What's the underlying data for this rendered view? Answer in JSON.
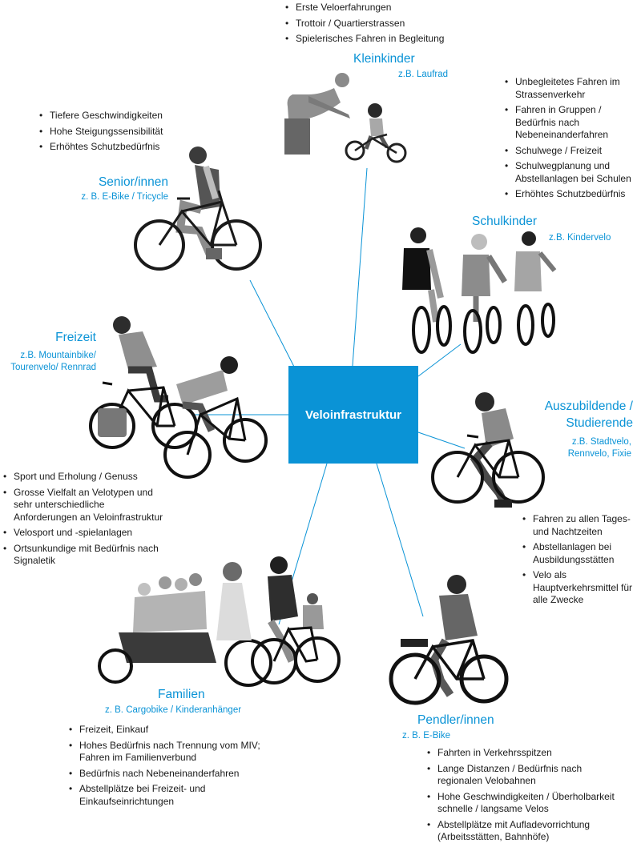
{
  "center": {
    "label": "Veloinfrastruktur",
    "color": "#0a93d6"
  },
  "groups": {
    "kleinkinder": {
      "title": "Kleinkinder",
      "example": "z.B. Laufrad",
      "bullets": [
        "Erste Veloerfahrungen",
        "Trottoir / Quartierstrassen",
        "Spielerisches Fahren in Begleitung"
      ]
    },
    "senioren": {
      "title": "Senior/innen",
      "example": "z. B. E-Bike / Tricycle",
      "bullets": [
        "Tiefere Geschwindigkeiten",
        "Hohe Steigungssensibilität",
        "Erhöhtes Schutzbedürfnis"
      ]
    },
    "schulkinder": {
      "title": "Schulkinder",
      "example": "z.B. Kindervelo",
      "bullets": [
        "Unbegleitetes Fahren im Strassenverkehr",
        "Fahren in Gruppen / Bedürfnis nach Nebeneinanderfahren",
        "Schulwege / Freizeit",
        "Schulwegplanung und Abstellanlagen bei Schulen",
        "Erhöhtes Schutzbedürfnis"
      ]
    },
    "freizeit": {
      "title": "Freizeit",
      "example": "z.B. Mountainbike/ Tourenvelo/ Rennrad",
      "bullets": [
        "Sport und Erholung / Genuss",
        "Grosse Vielfalt an Velotypen und sehr unterschiedliche Anforderungen an Veloinfrastruktur",
        "Velosport und -spielanlagen",
        "Ortsunkundige mit Bedürfnis nach Signaletik"
      ]
    },
    "auszubildende": {
      "title": "Auszubildende / Studierende",
      "example": "z.B. Stadtvelo, Rennvelo, Fixie",
      "bullets": [
        "Fahren zu allen Tages- und Nachtzeiten",
        "Abstellanlagen bei Ausbildungsstätten",
        "Velo als Hauptverkehrsmittel für alle Zwecke"
      ]
    },
    "familien": {
      "title": "Familien",
      "example": "z. B. Cargobike / Kinderanhänger",
      "bullets": [
        "Freizeit, Einkauf",
        "Hohes Bedürfnis nach Trennung vom MIV; Fahren im Familienverbund",
        "Bedürfnis nach Nebeneinanderfahren",
        "Abstellplätze bei Freizeit- und Einkaufseinrichtungen"
      ]
    },
    "pendler": {
      "title": "Pendler/innen",
      "example": "z. B. E-Bike",
      "bullets": [
        "Fahrten in Verkehrsspitzen",
        "Lange Distanzen / Bedürfnis nach regionalen Velobahnen",
        "Hohe Geschwindigkeiten / Überholbarkeit schnelle / langsame Velos",
        "Abstellplätze mit Aufladevorrichtung (Arbeitsstätten, Bahnhöfe)"
      ]
    }
  }
}
